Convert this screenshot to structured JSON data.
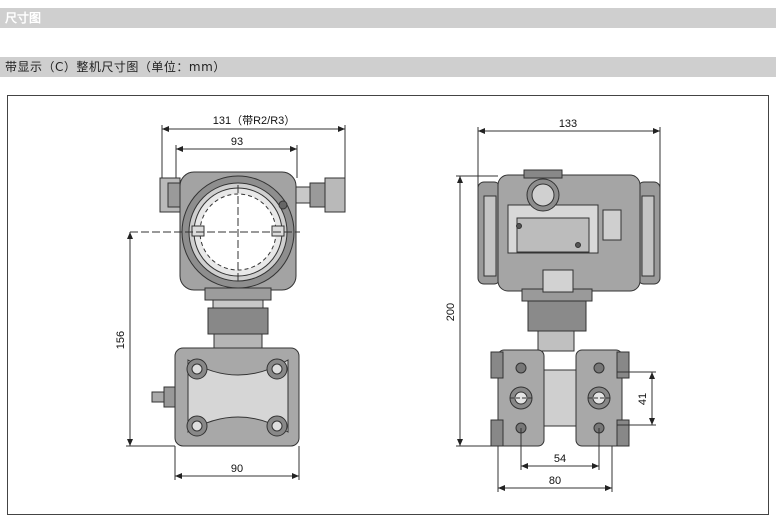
{
  "section_title": "尺寸图",
  "subtitle": "带显示（C）整机尺寸图（单位：mm）",
  "dimensions": {
    "front_width_r2r3": "131（带R2/R3）",
    "front_housing_width": "93",
    "front_height": "156",
    "front_flange_width": "90",
    "side_width": "133",
    "side_height": "200",
    "side_bolt_spacing_v": "41",
    "side_bolt_spacing_h": "54",
    "side_flange_width": "80"
  }
}
